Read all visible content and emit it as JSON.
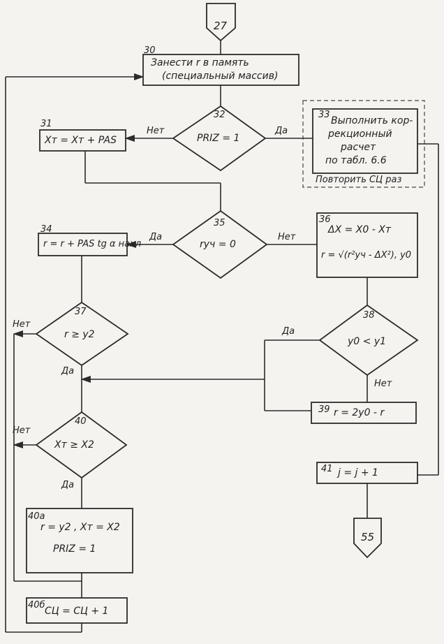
{
  "connector_top": "27",
  "connector_bottom": "55",
  "blocks": {
    "b30": {
      "num": "30",
      "line1": "Занести r в память",
      "line2": "(специальный массив)"
    },
    "b32": {
      "num": "32",
      "text": "PRIZ = 1"
    },
    "b33": {
      "num": "33",
      "line1": "Выполнить кор-",
      "line2": "рекционный",
      "line3": "расчет",
      "line4": "по табл. 6.6",
      "footer": "Повторить СЦ раз"
    },
    "b31": {
      "num": "31",
      "text": "Xт = Xт + PAS"
    },
    "b35": {
      "num": "35",
      "text": "rуч = 0"
    },
    "b36": {
      "num": "36",
      "line1": "ΔX = X0 - Xт",
      "line2": "r = √(r²уч - ΔX²), y0"
    },
    "b34": {
      "num": "34",
      "text": "r = r + PAS tg α нахл"
    },
    "b37": {
      "num": "37",
      "text": "r ≥ y2"
    },
    "b38": {
      "num": "38",
      "text": "y0 < y1"
    },
    "b39": {
      "num": "39",
      "text": "r = 2y0 - r"
    },
    "b40": {
      "num": "40",
      "text": "Xт ≥ X2"
    },
    "b41": {
      "num": "41",
      "text": "j = j + 1"
    },
    "b40a": {
      "num": "40а",
      "line1": "r = y2 , Xт = X2",
      "line2": "PRIZ = 1"
    },
    "b40b": {
      "num": "40б",
      "text": "СЦ = СЦ + 1"
    }
  },
  "labels": {
    "no_32": "Нет",
    "yes_32": "Да",
    "yes_35": "Да",
    "no_35": "Нет",
    "no_37": "Нет",
    "yes_37": "Да",
    "yes_38": "Да",
    "no_38": "Нет",
    "no_40": "Нет",
    "yes_40": "Да"
  }
}
